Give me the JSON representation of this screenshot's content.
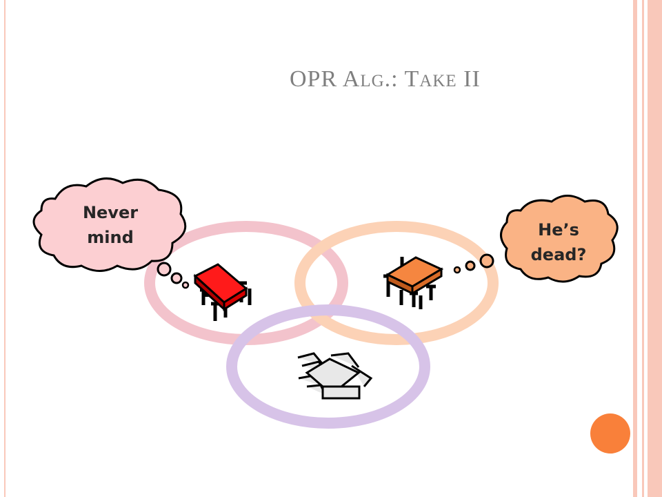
{
  "slide": {
    "title_parts": [
      "OPR A",
      "LG",
      ".: T",
      "AKE",
      " II"
    ],
    "left_thought": [
      "Never",
      "mind"
    ],
    "right_thought": [
      "He’s",
      "dead?"
    ]
  },
  "colors": {
    "ring_left": "#f3c3cc",
    "ring_right": "#fcd2b6",
    "ring_bottom": "#d7c3e8",
    "cloud_left": "#fccfd2",
    "cloud_right": "#fab385",
    "chip_left": "#ff1a1a",
    "chip_right": "#f58640",
    "chip_dead": "#e8e8e8",
    "accent_dot": "#f9803a",
    "border_peach": "#f9c8ba"
  },
  "icons": [
    "process-chip-icon",
    "dead-process-chip-icon",
    "thought-cloud-icon",
    "decorative-dot-icon"
  ]
}
